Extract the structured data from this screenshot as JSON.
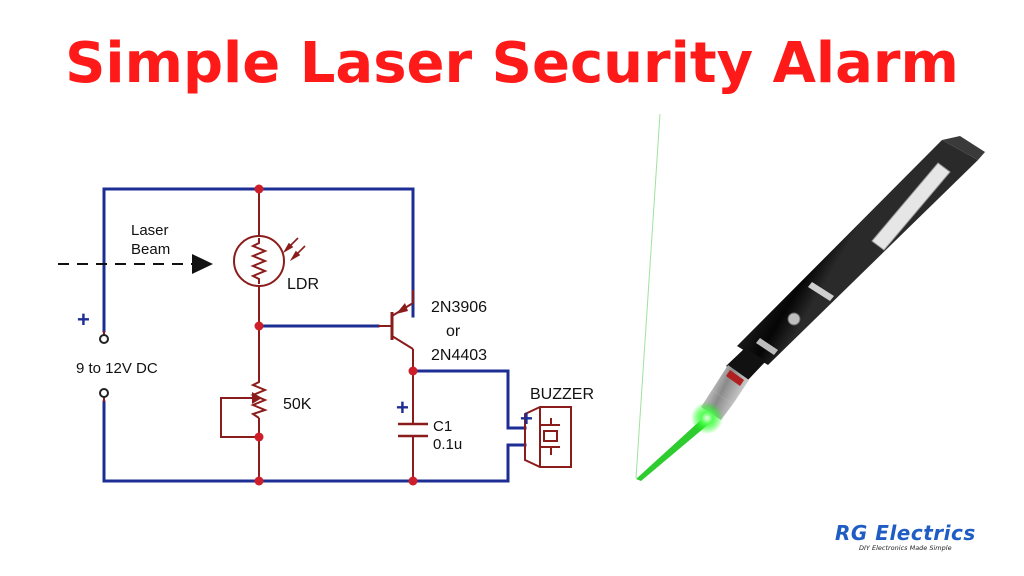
{
  "title": "Simple Laser Security Alarm",
  "circuit": {
    "laser_label": [
      "Laser",
      "Beam"
    ],
    "ldr_label": "LDR",
    "transistor_labels": [
      "2N3906",
      "or",
      "2N4403"
    ],
    "supply_plus": "+",
    "supply_label": "9 to 12V DC",
    "pot_label": "50K",
    "cap_plus": "+",
    "cap_labels": [
      "C1",
      "0.1u"
    ],
    "buzzer_label": "BUZZER",
    "buzzer_plus": "+"
  },
  "logo": {
    "name": "RG Electrics",
    "tagline": "DIY Electronics Made Simple"
  },
  "colors": {
    "title": "#ff1a1a",
    "wire": "#1c2d94",
    "component": "#8b1c1c",
    "junction": "#cc1f2a",
    "laser": "#22dd22",
    "logo": "#1f5cc4"
  }
}
